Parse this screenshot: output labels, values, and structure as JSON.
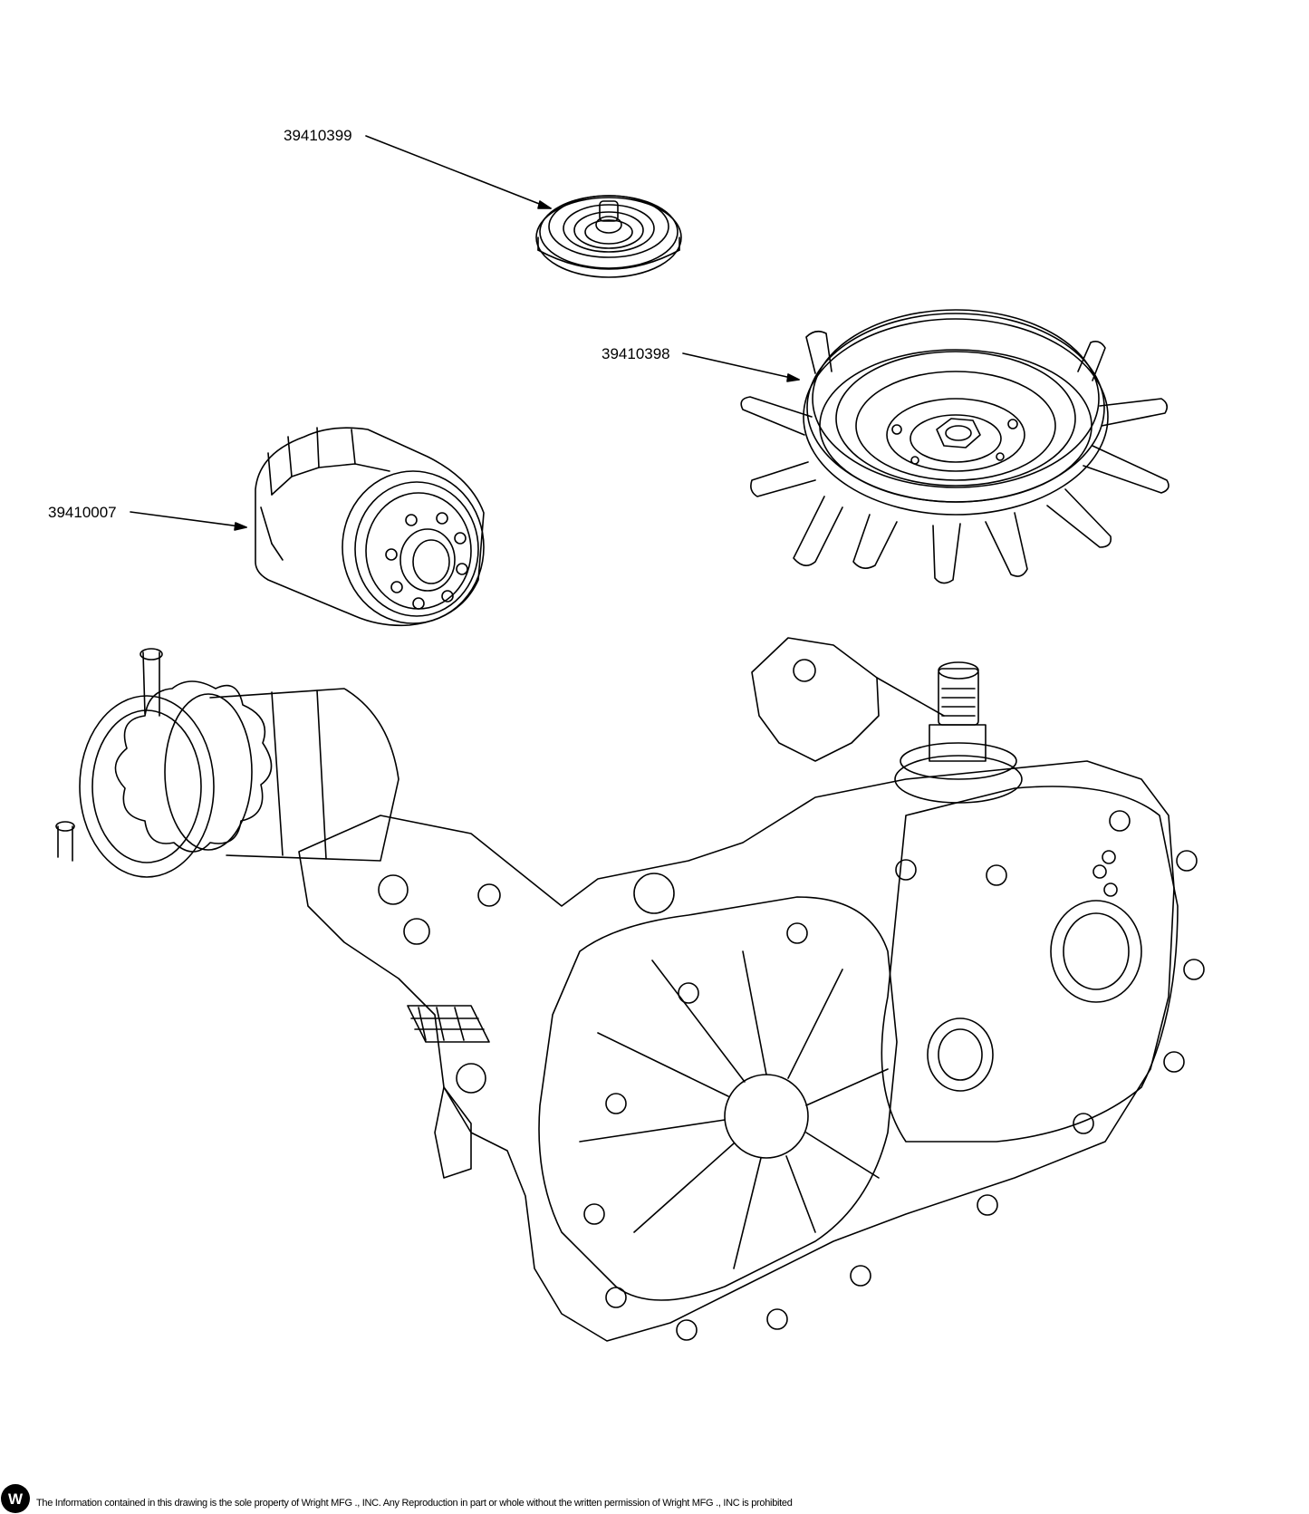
{
  "callouts": {
    "top_pulley": "39410399",
    "fan_pulley": "39410398",
    "oil_filter": "39410007"
  },
  "footer": {
    "logo_letter": "W",
    "disclaimer": "The Information contained in this drawing is the sole property of Wright MFG ., INC. Any Reproduction in part or whole without the written permission of Wright MFG ., INC is prohibited"
  },
  "icons": [
    "wright-logo-icon"
  ],
  "colors": {
    "line": "#000000",
    "background": "#ffffff"
  }
}
